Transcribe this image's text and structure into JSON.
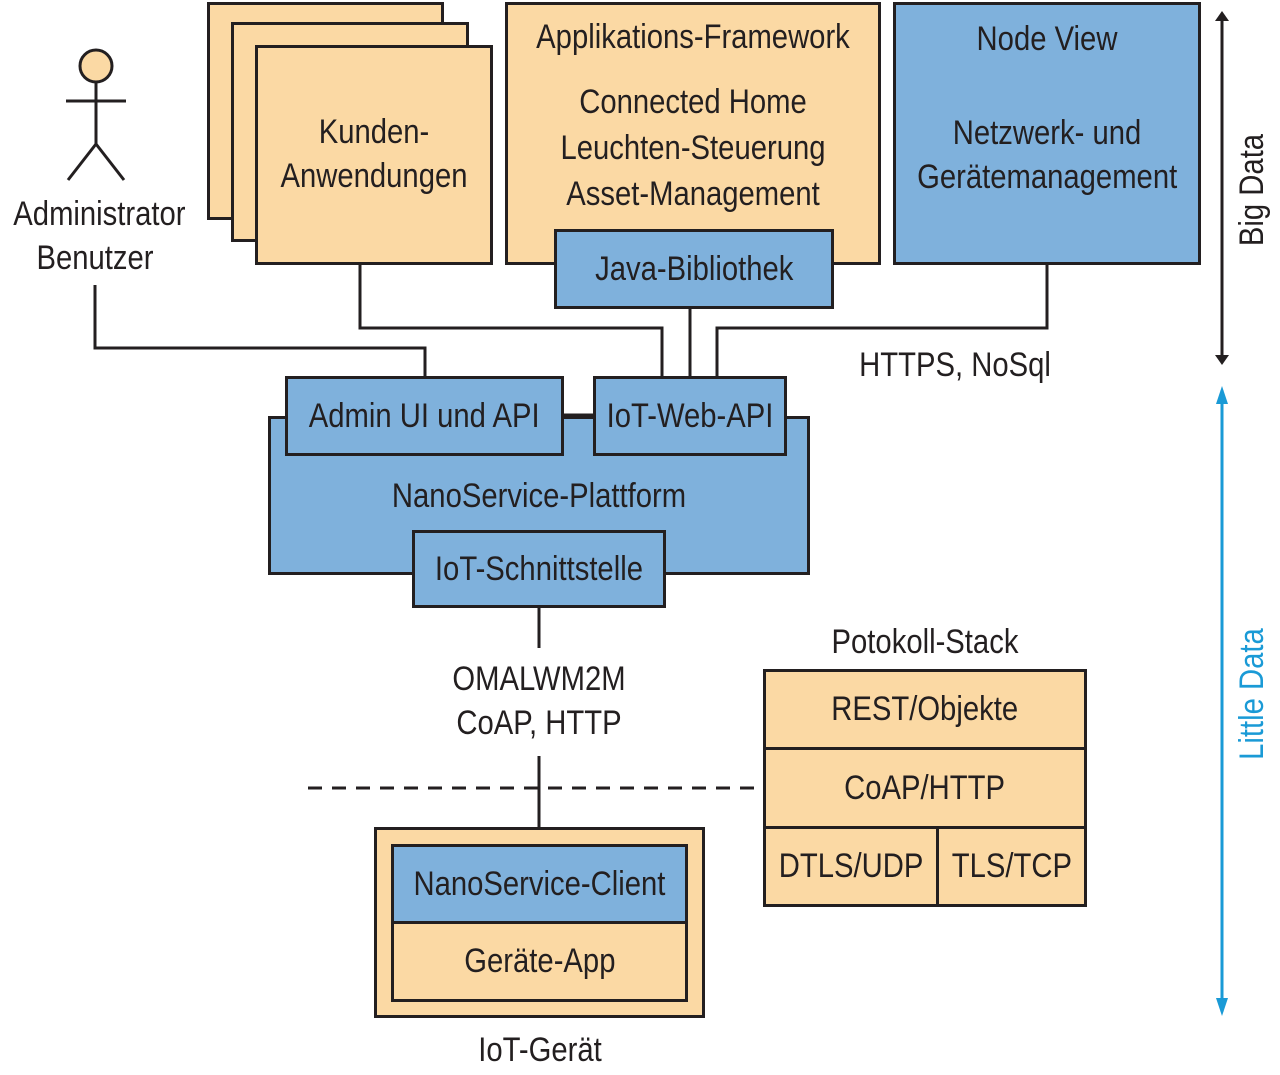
{
  "actor": {
    "line1": "Administrator",
    "line2": "Benutzer"
  },
  "customer_apps": {
    "line1": "Kunden-",
    "line2": "Anwendungen"
  },
  "app_framework": {
    "title": "Applikations-Framework",
    "items": [
      "Connected Home",
      "Leuchten-Steuerung",
      "Asset-Management"
    ],
    "library": "Java-Bibliothek"
  },
  "node_view": {
    "title": "Node View",
    "line1": "Netzwerk- und",
    "line2": "Gerätemanagement"
  },
  "connection_label": "HTTPS, NoSql",
  "platform": {
    "admin_api": "Admin UI und API",
    "web_api": "IoT-Web-API",
    "name": "NanoService-Plattform",
    "interface": "IoT-Schnittstelle"
  },
  "protocols_label": {
    "line1": "OMALWM2M",
    "line2": "CoAP, HTTP"
  },
  "protocol_stack": {
    "title": "Potokoll-Stack",
    "rest": "REST/Objekte",
    "coap": "CoAP/HTTP",
    "dtls": "DTLS/UDP",
    "tls": "TLS/TCP"
  },
  "device": {
    "client": "NanoService-Client",
    "app": "Geräte-App",
    "label": "IoT-Gerät"
  },
  "scale": {
    "big": "Big Data",
    "little": "Little Data"
  },
  "colors": {
    "tan": "#fbd9a4",
    "blue": "#7fb1dc",
    "outline": "#231f20",
    "accent": "#1a9ad6"
  }
}
